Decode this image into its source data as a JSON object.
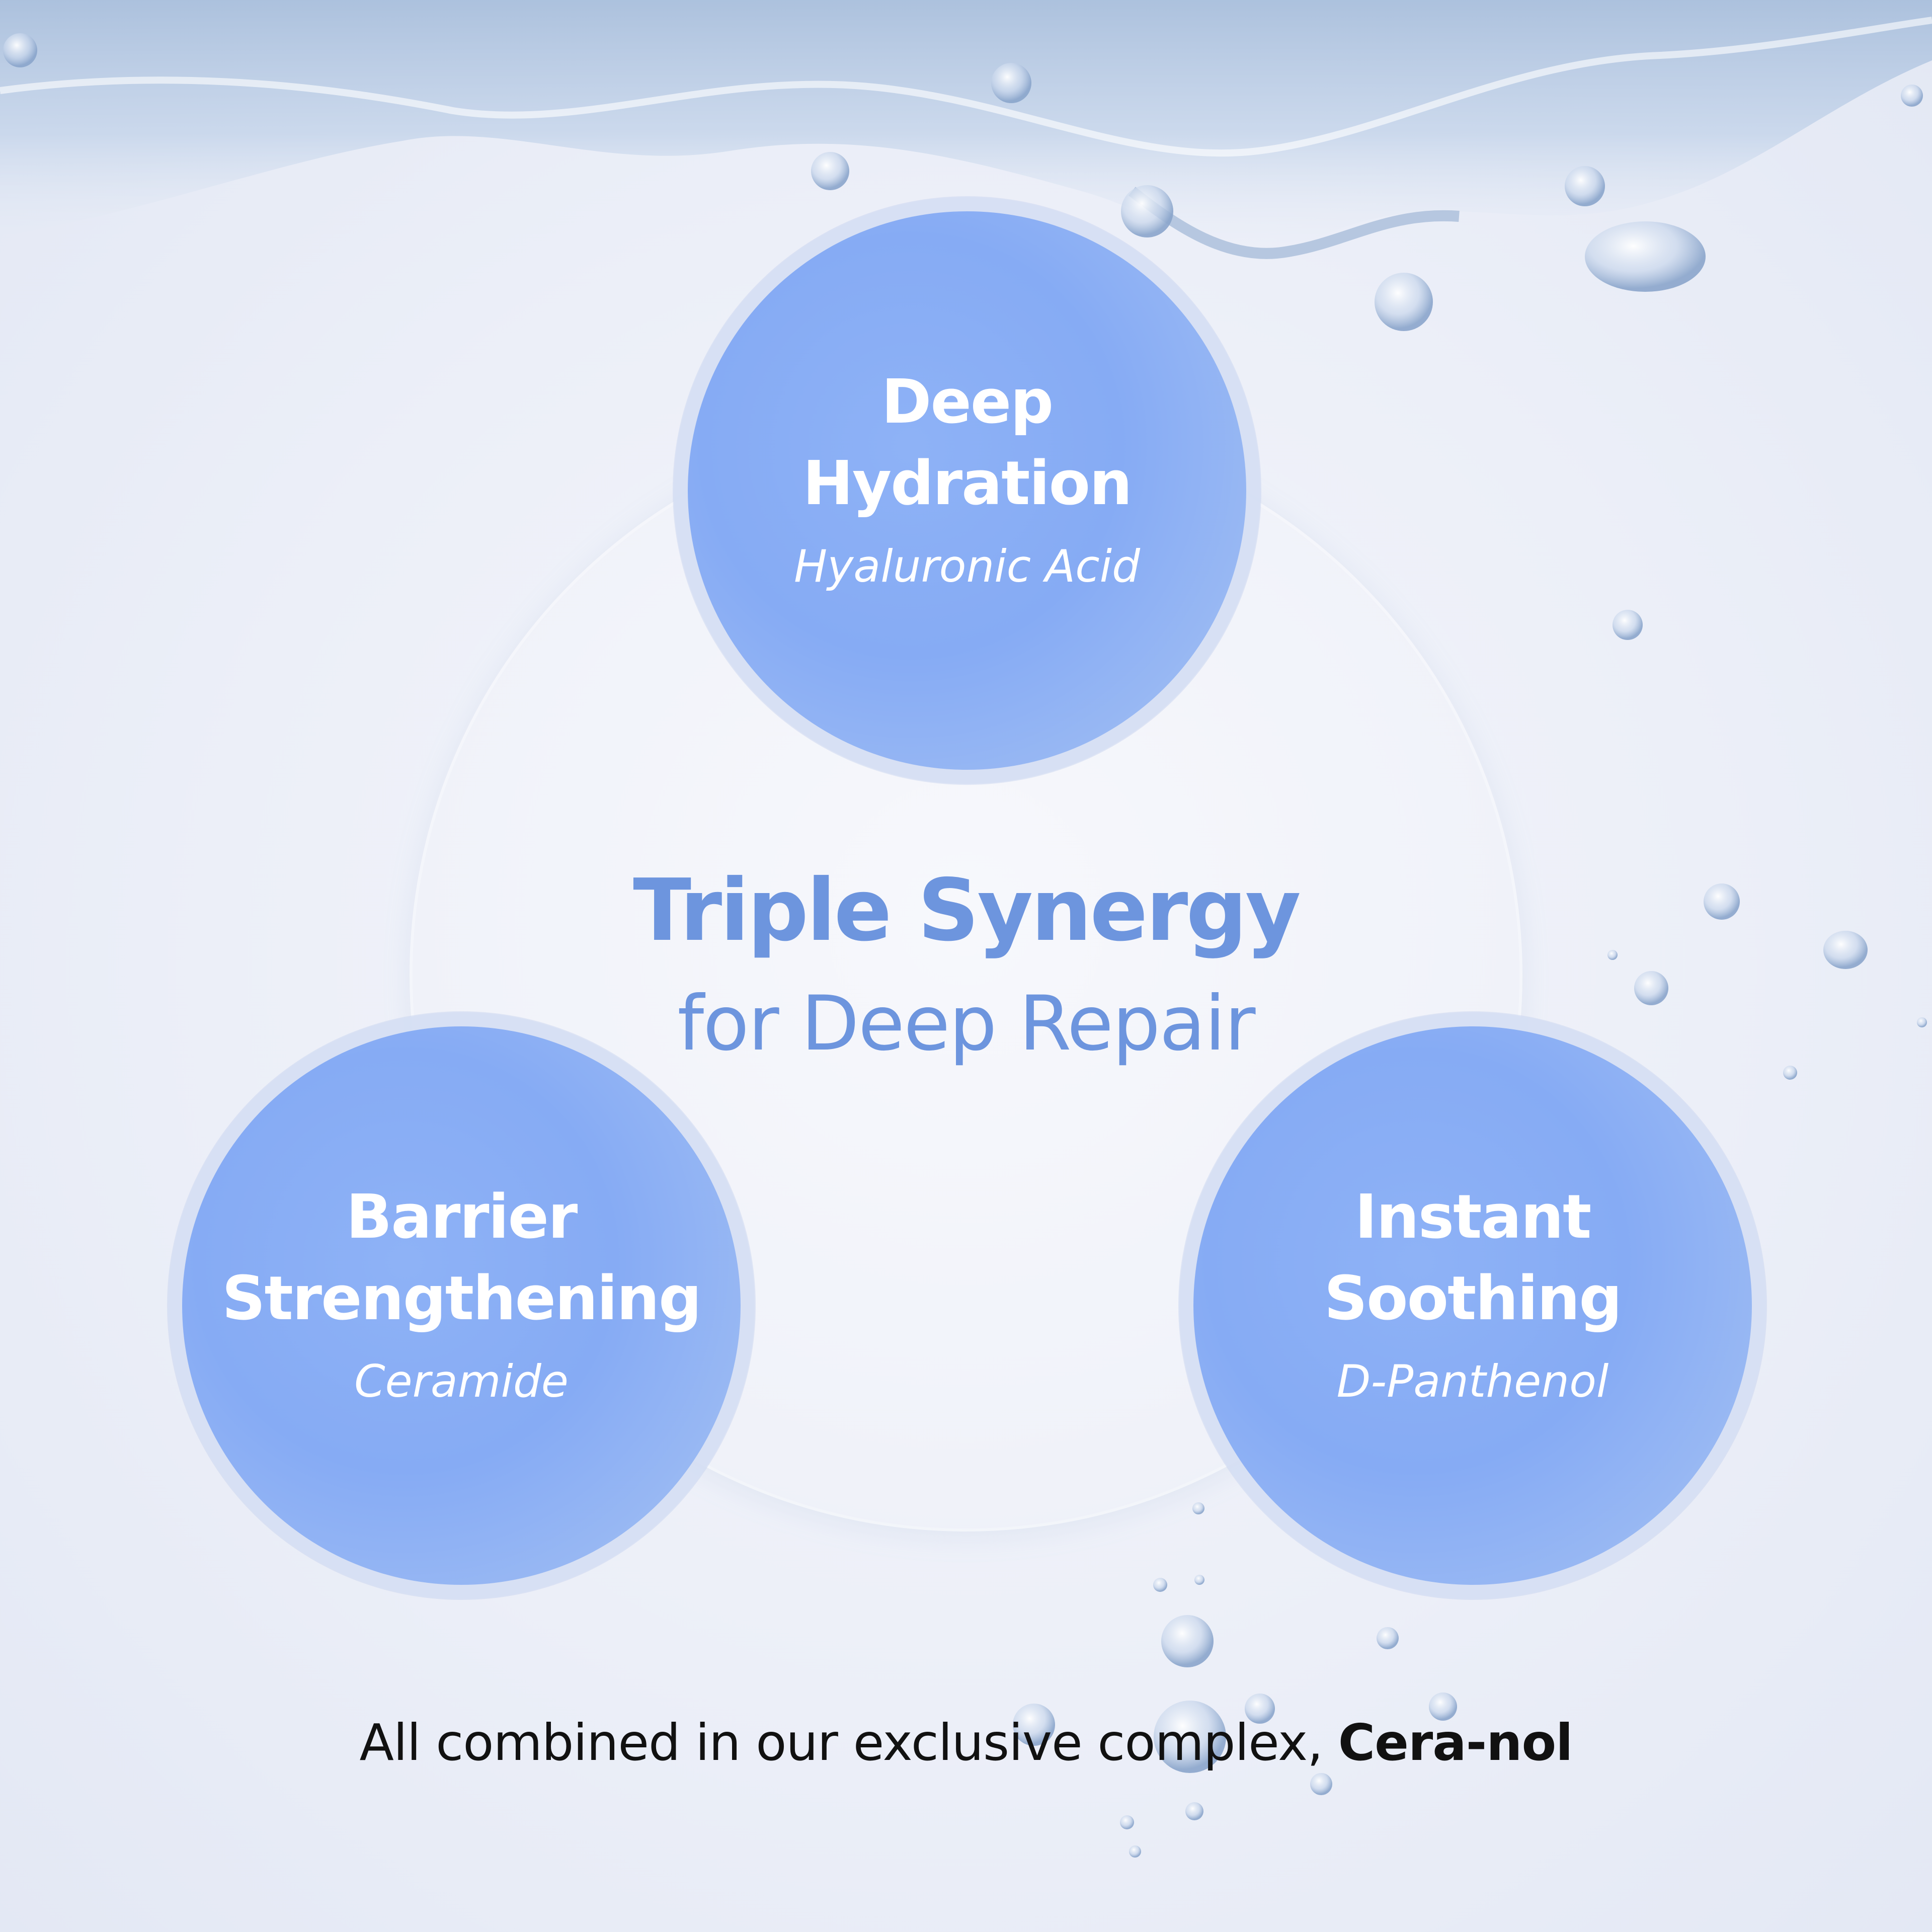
{
  "headline": {
    "title": "Triple Synergy",
    "subtitle": "for Deep Repair"
  },
  "benefits": [
    {
      "title_line1": "Deep",
      "title_line2": "Hydration",
      "ingredient": "Hyaluronic Acid"
    },
    {
      "title_line1": "Barrier",
      "title_line2": "Strengthening",
      "ingredient": "Ceramide"
    },
    {
      "title_line1": "Instant",
      "title_line2": "Soothing",
      "ingredient": "D-Panthenol"
    }
  ],
  "footer": {
    "text": "All combined in our exclusive complex,",
    "brand": "Cera-nol"
  },
  "colors": {
    "accent": "#6d95de",
    "bubble_fill": "#88adf5",
    "background": "#eef1f8",
    "footer_text": "#111111"
  }
}
